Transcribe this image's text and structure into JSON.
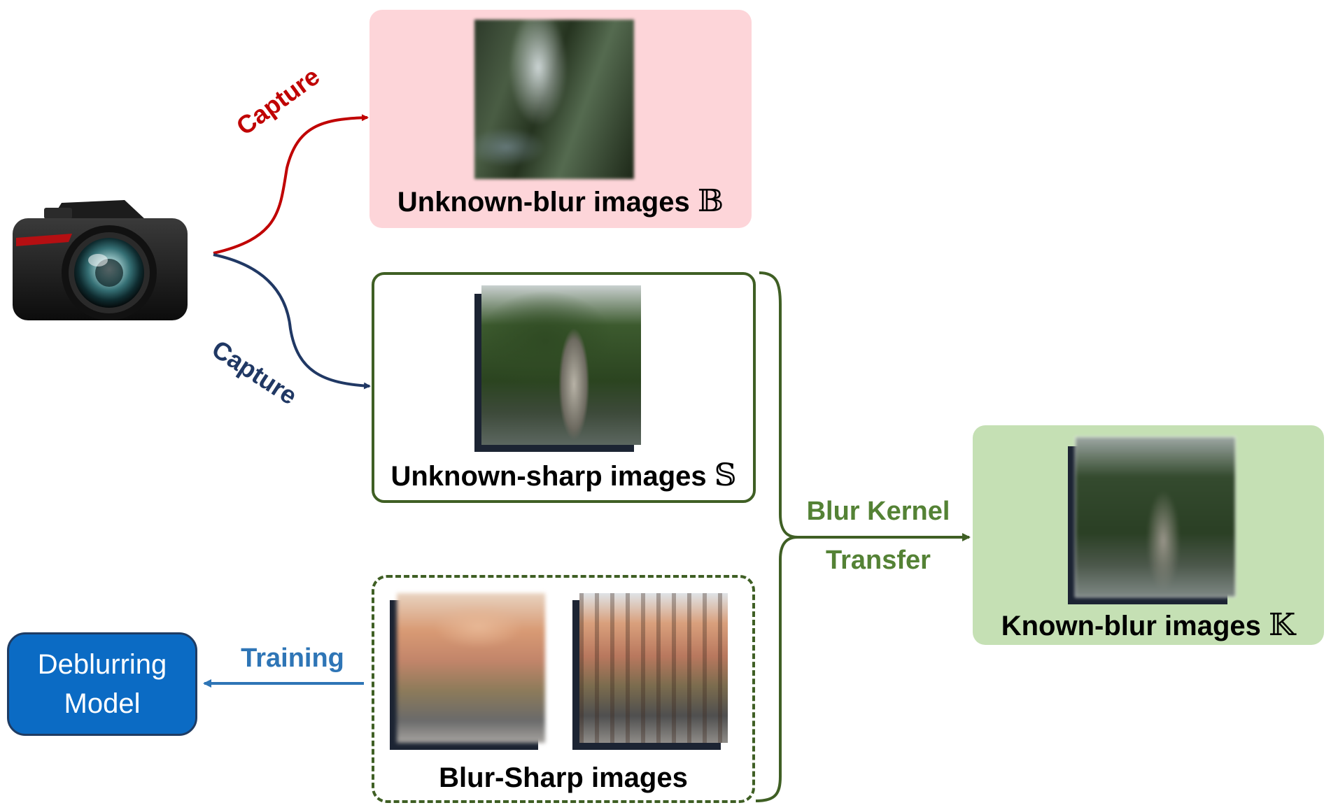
{
  "unknown_blur": {
    "label": "Unknown-blur images",
    "symbol": "𝔹",
    "bg": "#fdd5d9"
  },
  "unknown_sharp": {
    "label": "Unknown-sharp images",
    "symbol": "𝕊",
    "border": "#3f5f24"
  },
  "blur_sharp": {
    "label": "Blur-Sharp images"
  },
  "known_blur": {
    "label": "Known-blur images",
    "symbol": "𝕂",
    "bg": "#c5e0b4"
  },
  "edges": {
    "capture_top": "Capture",
    "capture_bottom": "Capture",
    "transfer_line1": "Blur Kernel",
    "transfer_line2": "Transfer",
    "training": "Training"
  },
  "deblur_model": {
    "line1": "Deblurring",
    "line2": "Model",
    "bg": "#0b6bc4"
  },
  "colors": {
    "capture_top": "#c00000",
    "capture_bottom": "#203864",
    "transfer": "#548235",
    "training": "#2e75b6"
  },
  "icons": {
    "camera": "camera-icon"
  }
}
